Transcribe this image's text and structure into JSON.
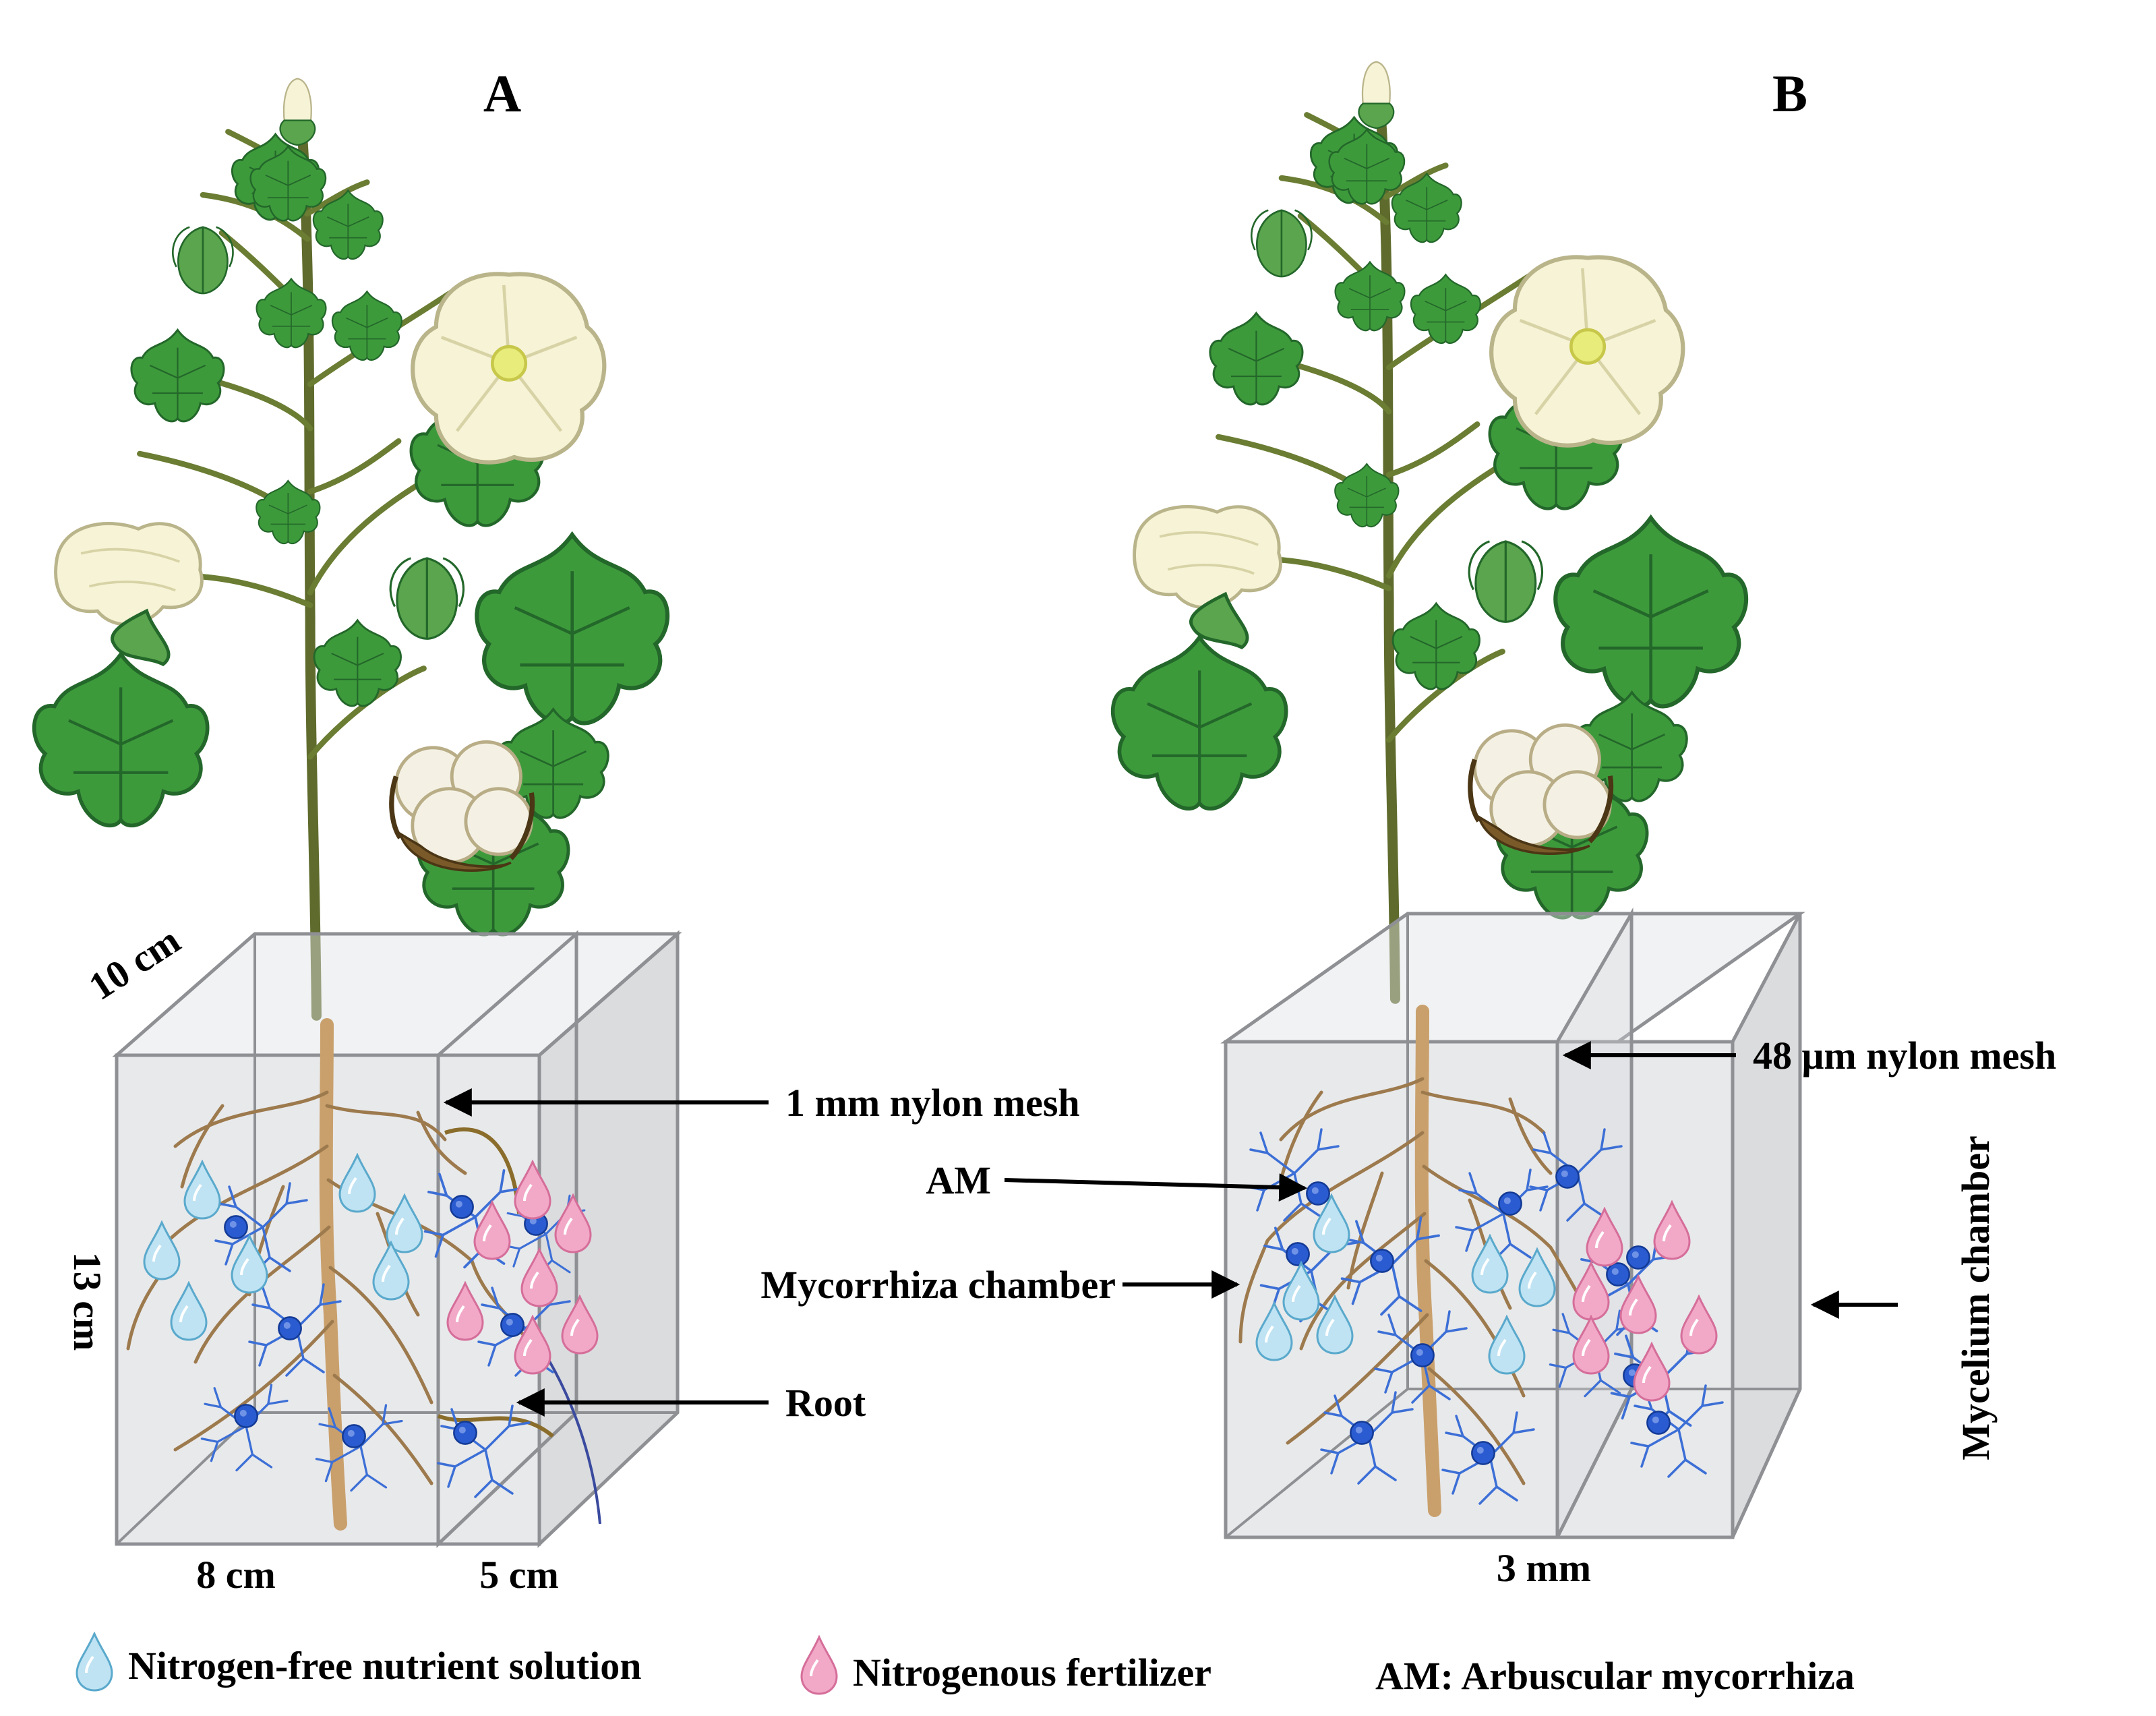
{
  "panels": {
    "a": {
      "title": "A"
    },
    "b": {
      "title": "B"
    }
  },
  "panel_a": {
    "dim_depth": "10 cm",
    "dim_height": "13 cm",
    "dim_width_left": "8 cm",
    "dim_width_right": "5 cm",
    "mesh_label": "1 mm nylon mesh",
    "root_label": "Root"
  },
  "panel_b": {
    "mesh_label": "48 μm nylon mesh",
    "am_label": "AM",
    "mycorrhiza_chamber_label": "Mycorrhiza chamber",
    "mycelium_chamber_label": "Mycelium chamber",
    "gap_label": "3 mm"
  },
  "legend": {
    "nutrient_solution": "Nitrogen-free nutrient solution",
    "fertilizer": "Nitrogenous fertilizer",
    "am_definition": "AM: Arbuscular mycorrhiza"
  },
  "colors": {
    "leaf": "#3d9a3b",
    "stem": "#5e6b2c",
    "root": "#9d7a4d",
    "hypha": "#3c6fd6",
    "spore": "#2a5bd0",
    "nutrient_drop": "#bfe3f3",
    "fertilizer_drop": "#f2a9c7",
    "box": "#cdcfd2"
  }
}
